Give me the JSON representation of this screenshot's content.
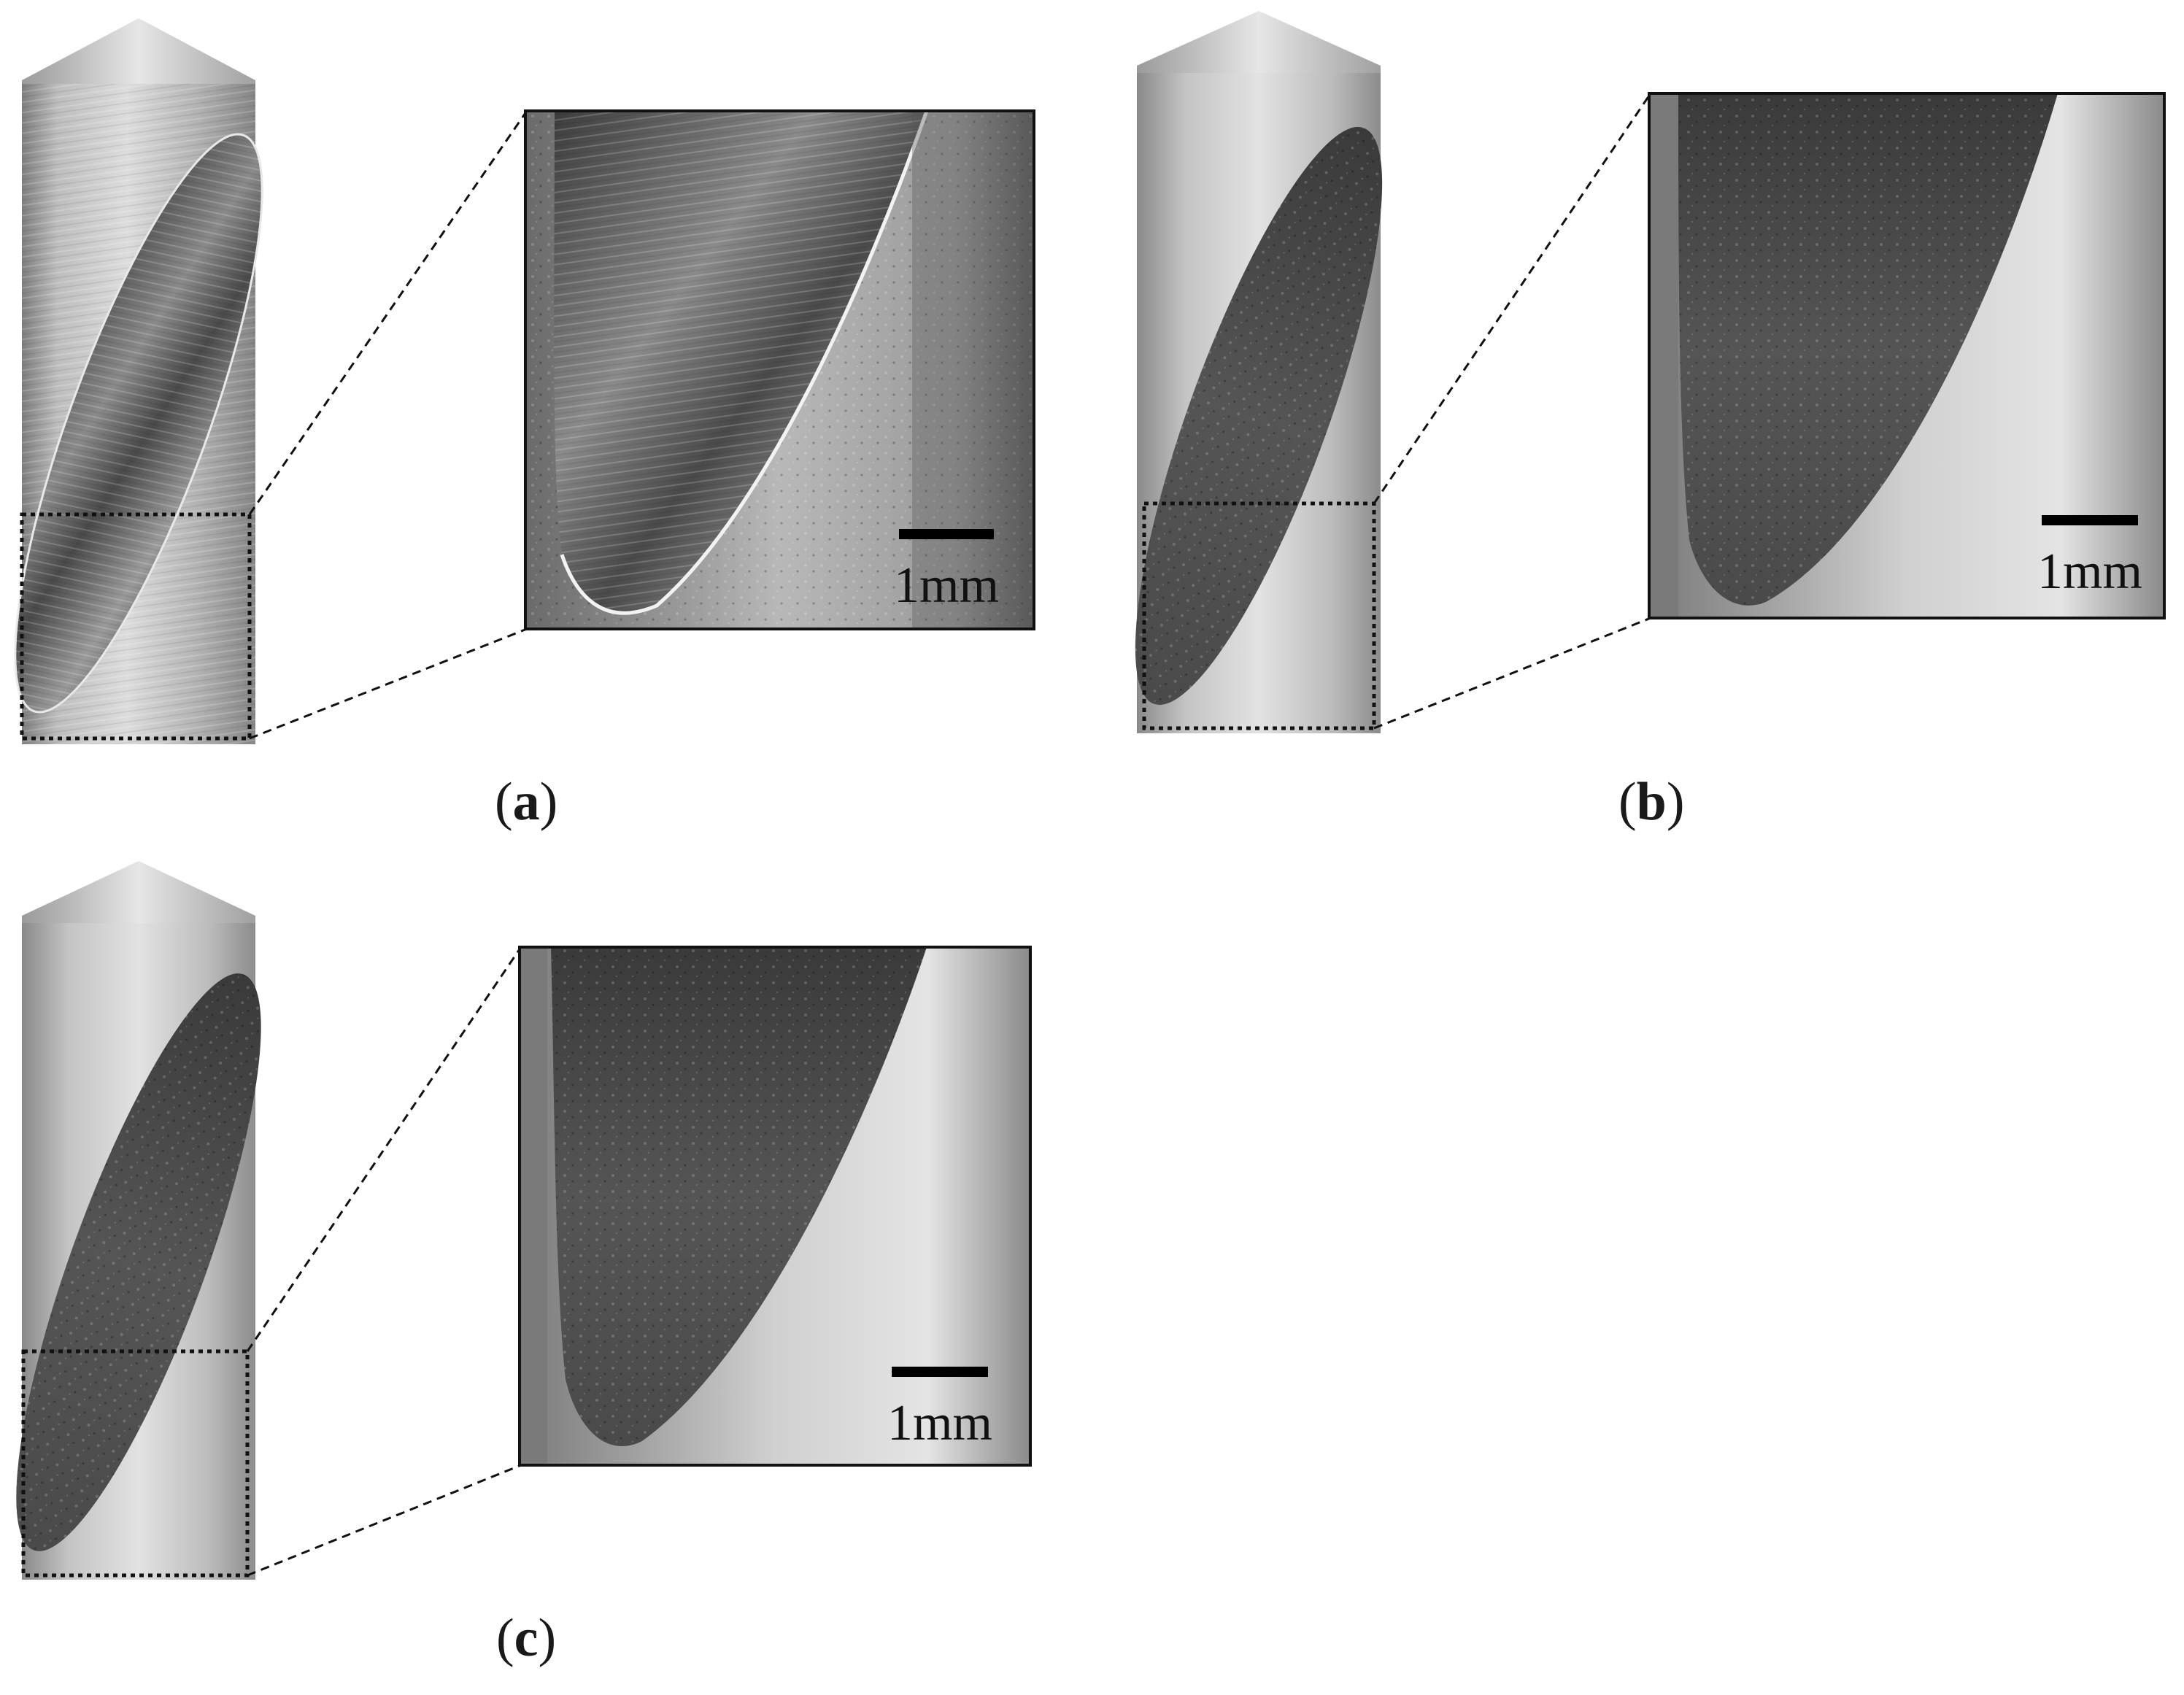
{
  "panels": [
    {
      "id": "a",
      "label_open": "(",
      "label_letter": "a",
      "label_close": ")",
      "scale_text": "1mm"
    },
    {
      "id": "b",
      "label_open": "(",
      "label_letter": "b",
      "label_close": ")",
      "scale_text": "1mm"
    },
    {
      "id": "c",
      "label_open": "(",
      "label_letter": "c",
      "label_close": ")",
      "scale_text": "1mm"
    }
  ],
  "colors": {
    "background": "#ffffff",
    "rod_metal_a": "#b5b5b5",
    "rod_metal_b": "#c9c9c9",
    "flat_dark_a": "#5a5a5a",
    "flat_dark_b": "#4e4e4e",
    "frame": "#1a1a1a"
  }
}
